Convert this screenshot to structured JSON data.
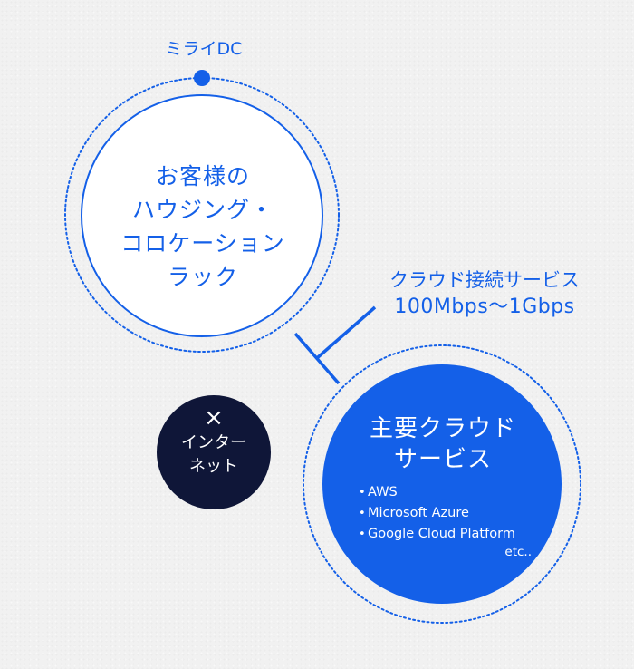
{
  "colors": {
    "accent": "#1460e8",
    "dark": "#0f1638",
    "background": "#f1f1f1"
  },
  "datacenter": {
    "label": "ミライDC"
  },
  "rack": {
    "lines": [
      "お客様の",
      "ハウジング・",
      "コロケーション",
      "ラック"
    ]
  },
  "connection": {
    "label": "クラウド接続サービス",
    "speed": "100Mbps～1Gbps"
  },
  "internet": {
    "mark": "×",
    "lines": [
      "インター",
      "ネット"
    ]
  },
  "cloud": {
    "lines": [
      "主要クラウド",
      "サービス"
    ],
    "bullet": "•",
    "items": [
      "AWS",
      "Microsoft Azure",
      "Google Cloud Platform"
    ],
    "etc": "etc.."
  }
}
